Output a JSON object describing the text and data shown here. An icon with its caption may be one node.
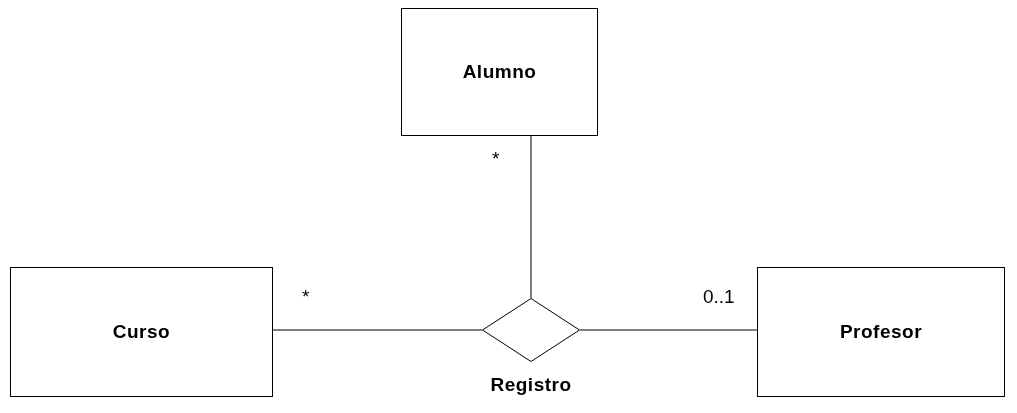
{
  "diagram": {
    "nodes": [
      {
        "text": [
          "Alumno"
        ]
      },
      {
        "text": [
          "Curso"
        ]
      },
      {
        "text": [
          "Registro"
        ]
      },
      {
        "text": [
          "Profesor"
        ]
      }
    ],
    "edges": [
      {
        "from": 0,
        "to": 2,
        "arrow": "none"
      },
      {
        "from": 1,
        "to": 2,
        "arrow": "none"
      },
      {
        "from": 2,
        "to": 3,
        "arrow": "none"
      }
    ],
    "labels": [
      "*",
      "*",
      "0..1"
    ]
  }
}
